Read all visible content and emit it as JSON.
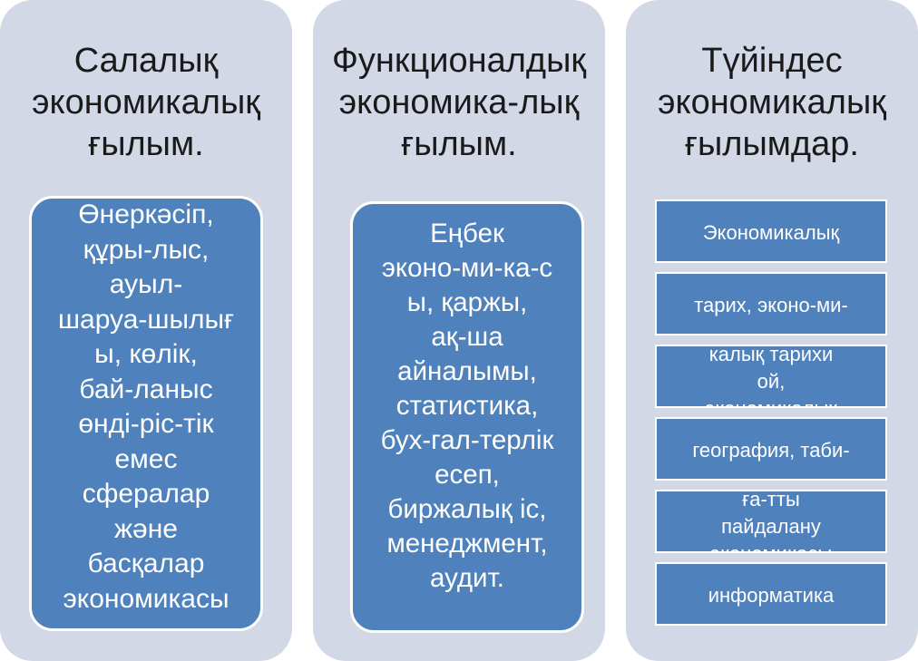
{
  "columns": [
    {
      "title_lines": [
        "Салалық",
        "экономикалық",
        "ғылым."
      ],
      "box_lines": [
        "Өнеркәсіп,",
        "құры-лыс,",
        "ауыл-",
        "шаруа-шылығ",
        "ы, көлік,",
        "бай-ланыс",
        "өнді-ріс-тік",
        "емес",
        "сфералар",
        "және",
        "басқалар",
        "экономикасы"
      ]
    },
    {
      "title_lines": [
        "Функционалдық",
        "экономика-лық",
        "ғылым."
      ],
      "box_lines": [
        "Еңбек",
        "эконо-ми-ка-с",
        "ы, қаржы,",
        "ақ-ша",
        "айналымы,",
        "статистика,",
        "бух-гал-терлік",
        "есеп,",
        "биржалық іс,",
        "менеджмент,",
        "аудит."
      ]
    },
    {
      "title_lines": [
        "Түйіндес",
        "экономикалық",
        "ғылымдар."
      ],
      "boxes": [
        {
          "lines": [
            "Экономикалық"
          ]
        },
        {
          "lines": [
            "тарих, эконо-ми-"
          ]
        },
        {
          "lines": [
            "калық тарихи",
            "ой,",
            "экономикалық"
          ]
        },
        {
          "lines": [
            "география, таби-"
          ]
        },
        {
          "lines": [
            "ға-тты",
            "пайдалану",
            "экономикасы"
          ]
        },
        {
          "lines": [
            "информатика"
          ]
        }
      ]
    }
  ],
  "colors": {
    "column_bg": "#d3d8e6",
    "box_fill": "#4f81bd",
    "box_text": "#ffffff",
    "title_text": "#1a1a1a"
  }
}
